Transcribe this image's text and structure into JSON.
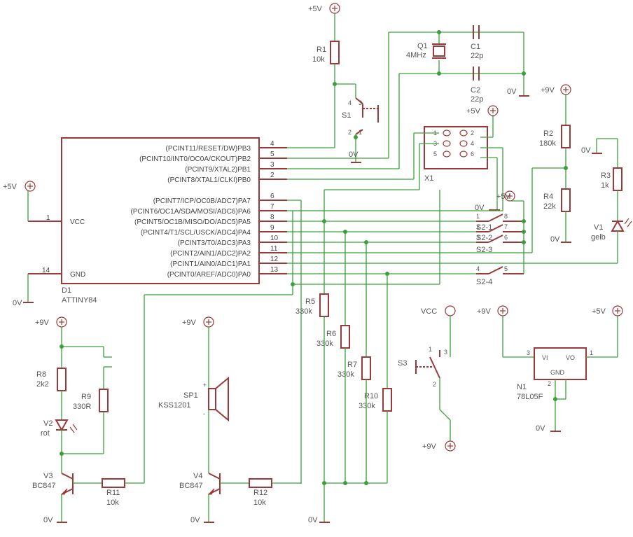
{
  "mcu": {
    "name": "D1",
    "value": "ATTINY84",
    "left_pins": [
      {
        "label": "VCC",
        "num": "1"
      },
      {
        "label": "GND",
        "num": "14"
      }
    ],
    "right_pins": [
      {
        "label": "(PCINT11/RESET/DW)PB3",
        "num": "4"
      },
      {
        "label": "(PCINT10/INT0/OC0A/CKOUT)PB2",
        "num": "5"
      },
      {
        "label": "(PCINT9/XTAL2)PB1",
        "num": "3"
      },
      {
        "label": "(PCINT8/XTAL1/CLKI)PB0",
        "num": "2"
      },
      {
        "label": "(PCINT7/ICP/OC0B/ADC7)PA7",
        "num": "6"
      },
      {
        "label": "(PCINT6/OC1A/SDA/MOSI/ADC6)PA6",
        "num": "7"
      },
      {
        "label": "(PCINT5/OC1B/MISO/DO/ADC5)PA5",
        "num": "8"
      },
      {
        "label": "(PCINT4/T1/SCL/USCK/ADC4)PA4",
        "num": "9"
      },
      {
        "label": "(PCINT3/T0/ADC3)PA3",
        "num": "10"
      },
      {
        "label": "(PCINT2/AIN1/ADC2)PA2",
        "num": "11"
      },
      {
        "label": "(PCINT1/AIN0/ADC1)PA1",
        "num": "12"
      },
      {
        "label": "(PCINT0/AREF/ADC0)PA0",
        "num": "13"
      }
    ]
  },
  "supplies": {
    "p5v": "+5V",
    "p9v": "+9V",
    "gnd": "0V",
    "vcc": "VCC"
  },
  "parts": {
    "R1": {
      "name": "R1",
      "value": "10k"
    },
    "R2": {
      "name": "R2",
      "value": "180k"
    },
    "R3": {
      "name": "R3",
      "value": "1k"
    },
    "R4": {
      "name": "R4",
      "value": "22k"
    },
    "R5": {
      "name": "R5",
      "value": "330k"
    },
    "R6": {
      "name": "R6",
      "value": "330k"
    },
    "R7": {
      "name": "R7",
      "value": "330k"
    },
    "R8": {
      "name": "R8",
      "value": "2k2"
    },
    "R9": {
      "name": "R9",
      "value": "330R"
    },
    "R10": {
      "name": "R10",
      "value": "330k"
    },
    "R11": {
      "name": "R11",
      "value": "10k"
    },
    "R12": {
      "name": "R12",
      "value": "10k"
    },
    "C1": {
      "name": "C1",
      "value": "22p"
    },
    "C2": {
      "name": "C2",
      "value": "22p"
    },
    "Q1": {
      "name": "Q1",
      "value": "4MHz"
    },
    "S1": {
      "name": "S1",
      "pins": [
        "4",
        "3",
        "2",
        "1"
      ]
    },
    "S3": {
      "name": "S3",
      "pins": [
        "1",
        "3",
        "2"
      ]
    },
    "X1": {
      "name": "X1",
      "pins": [
        "1",
        "2",
        "3",
        "4",
        "5",
        "6"
      ]
    },
    "V1": {
      "name": "V1",
      "value": "gelb"
    },
    "V2": {
      "name": "V2",
      "value": "rot"
    },
    "V3": {
      "name": "V3",
      "value": "BC847"
    },
    "V4": {
      "name": "V4",
      "value": "BC847"
    },
    "SP1": {
      "name": "SP1",
      "value": "KSS1201"
    },
    "N1": {
      "name": "N1",
      "value": "78L05F",
      "pins": {
        "in": "VI",
        "out": "VO",
        "gnd": "GND",
        "n_in": "3",
        "n_out": "1",
        "n_gnd": "2"
      }
    },
    "S2": [
      {
        "name": "S2-1",
        "l": "1",
        "r": "8"
      },
      {
        "name": "S2-2",
        "l": "2",
        "r": "7"
      },
      {
        "name": "S2-3",
        "l": "3",
        "r": "6"
      },
      {
        "name": "S2-4",
        "l": "4",
        "r": "5"
      }
    ]
  }
}
